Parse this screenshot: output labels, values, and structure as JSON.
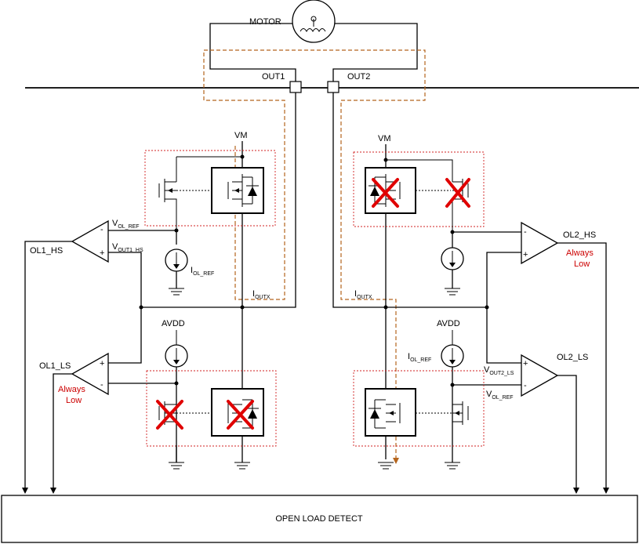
{
  "motor": {
    "label": "MOTOR"
  },
  "outputs": {
    "out1": "OUT1",
    "out2": "OUT2"
  },
  "supplies": {
    "vm_left": "VM",
    "vm_right": "VM",
    "avdd_left": "AVDD",
    "avdd_right": "AVDD"
  },
  "currents": {
    "iol_ref_left": {
      "main": "I",
      "sub": "OL_REF"
    },
    "iol_ref_right": {
      "main": "I",
      "sub": "OL_REF"
    },
    "ioutx_left": {
      "main": "I",
      "sub": "OUTX"
    },
    "ioutx_right": {
      "main": "I",
      "sub": "OUTX"
    }
  },
  "comparators": {
    "ol1_hs": {
      "name": "OL1_HS",
      "input_top": {
        "main": "V",
        "sub": "OL_REF"
      },
      "input_bottom": {
        "main": "V",
        "sub": "OUT1_HS"
      }
    },
    "ol1_ls": {
      "name": "OL1_LS",
      "status_line1": "Always",
      "status_line2": "Low"
    },
    "ol2_hs": {
      "name": "OL2_HS",
      "status_line1": "Always",
      "status_line2": "Low"
    },
    "ol2_ls": {
      "name": "OL2_LS",
      "input_top": {
        "main": "V",
        "sub": "OUT2_LS"
      },
      "input_bottom": {
        "main": "V",
        "sub": "OL_REF"
      }
    }
  },
  "pins": {
    "plus": "+",
    "minus": "-"
  },
  "detect_block": {
    "label": "OPEN LOAD DETECT"
  },
  "colors": {
    "disabled_mark": "#e00000",
    "block_outline": "#d02020",
    "current_path": "#b5651d",
    "status_text": "#cc0000"
  }
}
